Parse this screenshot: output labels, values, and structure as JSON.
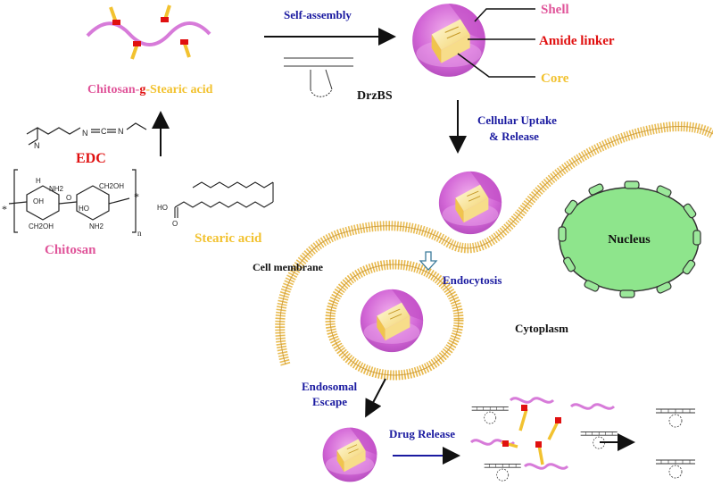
{
  "labels": {
    "conjugate_prefix": "Chitosan-",
    "conjugate_link": "g",
    "conjugate_suffix": "-Stearic acid",
    "self_assembly": "Self-assembly",
    "drzbs": "DrzBS",
    "shell": "Shell",
    "amide_linker": "Amide linker",
    "core": "Core",
    "cellular_uptake_line1": "Cellular Uptake",
    "cellular_uptake_line2": "& Release",
    "edc": "EDC",
    "chitosan": "Chitosan",
    "stearic_acid": "Stearic acid",
    "nucleus": "Nucleus",
    "cell_membrane": "Cell membrane",
    "endocytosis": "Endocytosis",
    "cytoplasm": "Cytoplasm",
    "endosomal_line1": "Endosomal",
    "endosomal_line2": "Escape",
    "drug_release": "Drug Release"
  },
  "chem": {
    "oh": "OH",
    "ho": "HO",
    "ho_acid": "HO",
    "nh2": "NH2",
    "ch2oh": "CH2OH",
    "h": "H",
    "n": "N",
    "c": "C",
    "o": "O",
    "star": "*",
    "n_sub": "n"
  },
  "colors": {
    "pink": "#e0559a",
    "red": "#e01010",
    "gold": "#f2c230",
    "blue": "#1a1aa0",
    "polymer": "#d77bd9",
    "nucleus_fill": "#8ee58c",
    "membrane": "#e8b84a"
  }
}
